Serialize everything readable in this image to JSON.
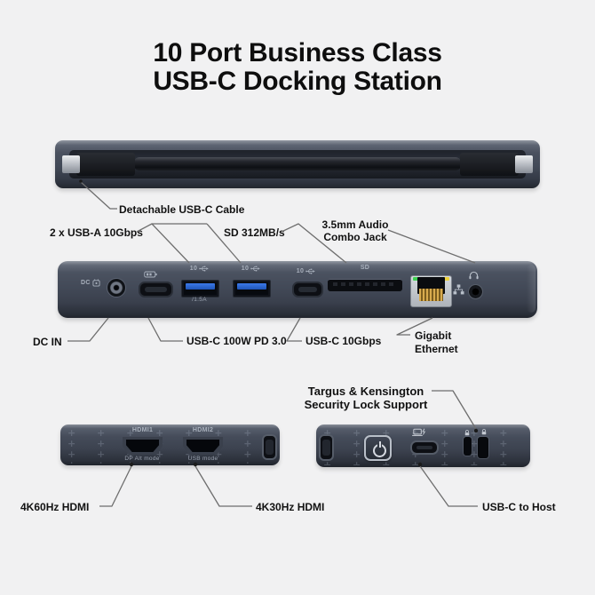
{
  "title": {
    "line1": "10 Port Business Class",
    "line2": "USB-C Docking Station"
  },
  "callouts": {
    "detachable_cable": "Detachable USB-C Cable",
    "usb_a": "2 x USB-A 10Gbps",
    "sd_card": "SD 312MB/s",
    "audio_line1": "3.5mm Audio",
    "audio_line2": "Combo Jack",
    "dc_in": "DC IN",
    "usb_c_pd": "USB-C 100W PD 3.0",
    "usb_c_10g": "USB-C 10Gbps",
    "ethernet_line1": "Gigabit",
    "ethernet_line2": "Ethernet",
    "security_line1": "Targus & Kensington",
    "security_line2": "Security Lock Support",
    "hdmi_1": "4K60Hz HDMI",
    "hdmi_2": "4K30Hz HDMI",
    "usb_c_host": "USB-C to Host"
  },
  "device_labels": {
    "dc": "DC",
    "usb_speed": "10",
    "usb_current": "/1.5A",
    "sd": "SD",
    "hdmi1": "HDMI1",
    "hdmi1_mode": "DP Alt mode",
    "hdmi2": "HDMI2",
    "hdmi2_mode": "USB mode"
  },
  "icons": {
    "dc_plug": "plug",
    "battery": "battery",
    "usb_trident": "usb-trident",
    "ethernet": "network-nodes",
    "headphones": "headphones",
    "power": "power-symbol",
    "laptop_charging": "laptop-bolt",
    "lock": "padlock"
  },
  "colors": {
    "background": "#f1f1f2",
    "text": "#111111",
    "callout_line": "#6e6e6e",
    "device_body": "#434a58",
    "usb_blue": "#2e6bd6",
    "led_green": "#46c556",
    "led_amber": "#e7c93f",
    "ethernet_gold": "#c89b3f",
    "connector_silver": "#d9dbe0"
  }
}
